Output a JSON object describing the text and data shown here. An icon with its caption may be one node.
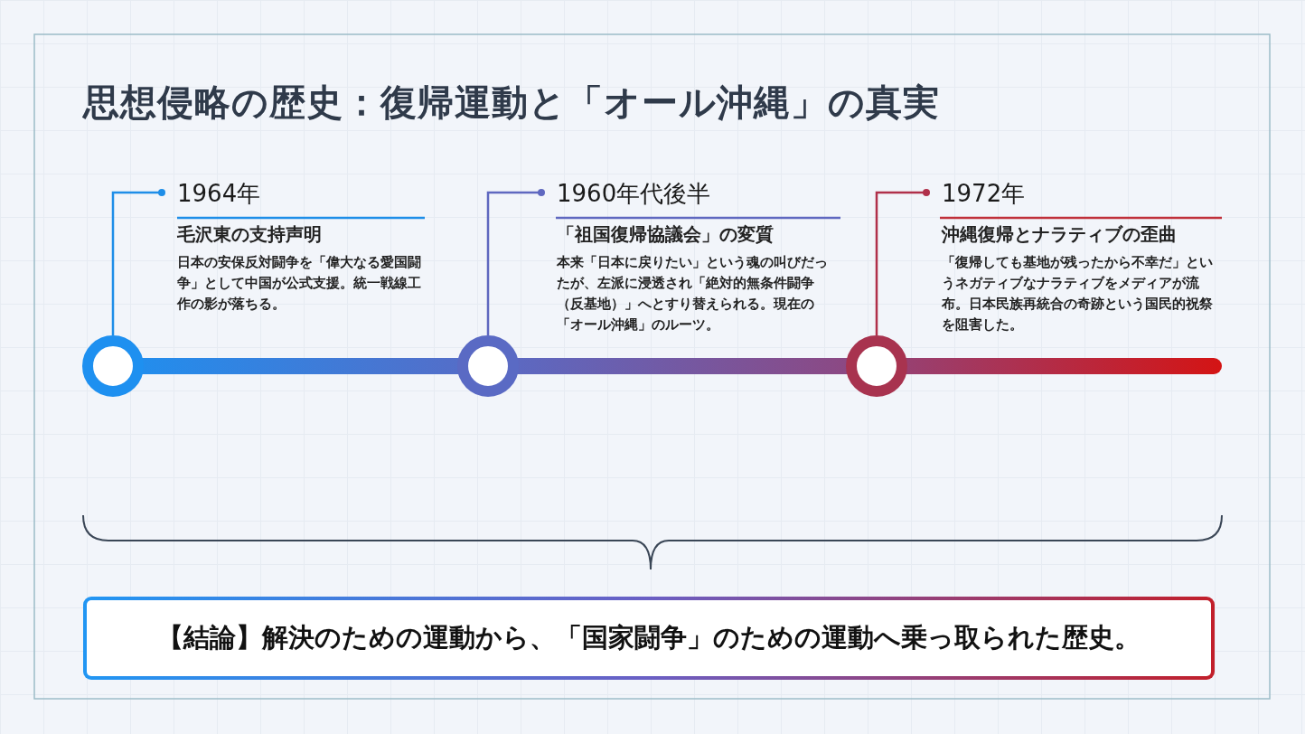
{
  "diagram": {
    "title": "思想侵略の歴史：復帰運動と「オール沖縄」の真実",
    "nodes": [
      {
        "text": [
          "1964年",
          "毛沢東の支持声明",
          "日本の安保反対闘争を「偉大なる愛国闘争」として中国が公式支援。統一戦線工作の影が落ちる。"
        ]
      },
      {
        "text": [
          "1960年代後半",
          "「祖国復帰協議会」の変質",
          "本来「日本に戻りたい」という魂の叫びだったが、左派に浸透され「絶対的無条件闘争（反基地）」へとすり替えられる。現在の「オール沖縄」のルーツ。"
        ]
      },
      {
        "text": [
          "1972年",
          "沖縄復帰とナラティブの歪曲",
          "「復帰しても基地が残ったから不幸だ」というネガティブなナラティブをメディアが流布。日本民族再統合の奇跡という国民的祝祭を阻害した。"
        ]
      },
      {
        "text": [],
        "shape": "circle"
      },
      {
        "text": [],
        "shape": "circle"
      },
      {
        "text": [],
        "shape": "circle"
      },
      {
        "text": [
          "【結論】解決のための運動から、「国家闘争」のための運動へ乗っ取られた歴史。"
        ]
      }
    ],
    "edges": [
      {
        "from": 3,
        "to": 0,
        "arrow": "other",
        "color": "#1e8ee8"
      },
      {
        "from": 4,
        "to": 1,
        "arrow": "other",
        "color": "#5f68c0"
      },
      {
        "from": 5,
        "to": 2,
        "arrow": "other",
        "color": "#b0304a"
      },
      {
        "from": 3,
        "to": 4,
        "arrow": "none",
        "style": "thick"
      },
      {
        "from": 4,
        "to": 5,
        "arrow": "none",
        "style": "thick"
      },
      {
        "from": 5,
        "to": null,
        "arrow": "none",
        "style": "thick"
      }
    ]
  }
}
